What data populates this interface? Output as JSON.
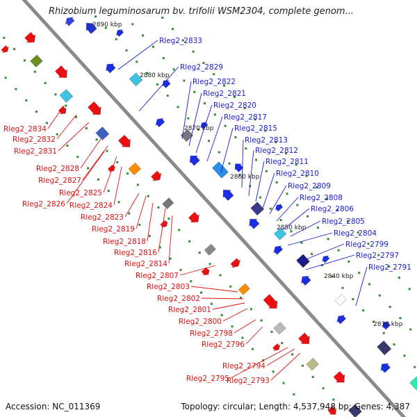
{
  "title": "Rhizobium leguminosarum bv. trifolii WSM2304, complete genom...",
  "accession": "Accession: NC_011369",
  "summary": "Topology: circular; Length: 4,537,948 bp; Genes: 4,387",
  "kbp_labels": [
    "2890 kbp",
    "2880 kbp",
    "2870 kbp",
    "2860 kbp",
    "2850 kbp",
    "2840 kbp",
    "2830 kbp"
  ],
  "blue_labels": [
    "Rleg2_2833",
    "Rleg2_2829",
    "Rleg2_2822",
    "Rleg2_2821",
    "Rleg2_2820",
    "Rleg2_2817",
    "Rleg2_2815",
    "Rleg2_2813",
    "Rleg2_2812",
    "Rleg2_2811",
    "Rleg2_2810",
    "Rleg2_2809",
    "Rleg2_2808",
    "Rleg2_2806",
    "Rleg2_2805",
    "Rleg2_2804",
    "Rleg2_2799",
    "Rleg2_2797",
    "Rleg2_2791"
  ],
  "red_labels": [
    "Rleg2_2834",
    "Rleg2_2832",
    "Rleg2_2831",
    "Rleg2_2828",
    "Rleg2_2827",
    "Rleg2_2825",
    "Rleg2_2826",
    "Rleg2_2824",
    "Rleg2_2823",
    "Rleg2_2819",
    "Rleg2_2818",
    "Rleg2_2816",
    "Rleg2_2814",
    "Rleg2_2807",
    "Rleg2_2803",
    "Rleg2_2802",
    "Rleg2_2801",
    "Rleg2_2800",
    "Rleg2_2798",
    "Rleg2_2796",
    "Rleg2_2794",
    "Rleg2_2795",
    "Rleg2_2793"
  ],
  "colors": {
    "backbone": "#8a8a8a",
    "forward_gene": "#e81010",
    "reverse_gene": "#1a2de0",
    "label_blue": "#1a1ad6",
    "label_red": "#e01010",
    "tick_green": "#2e8b2e"
  }
}
